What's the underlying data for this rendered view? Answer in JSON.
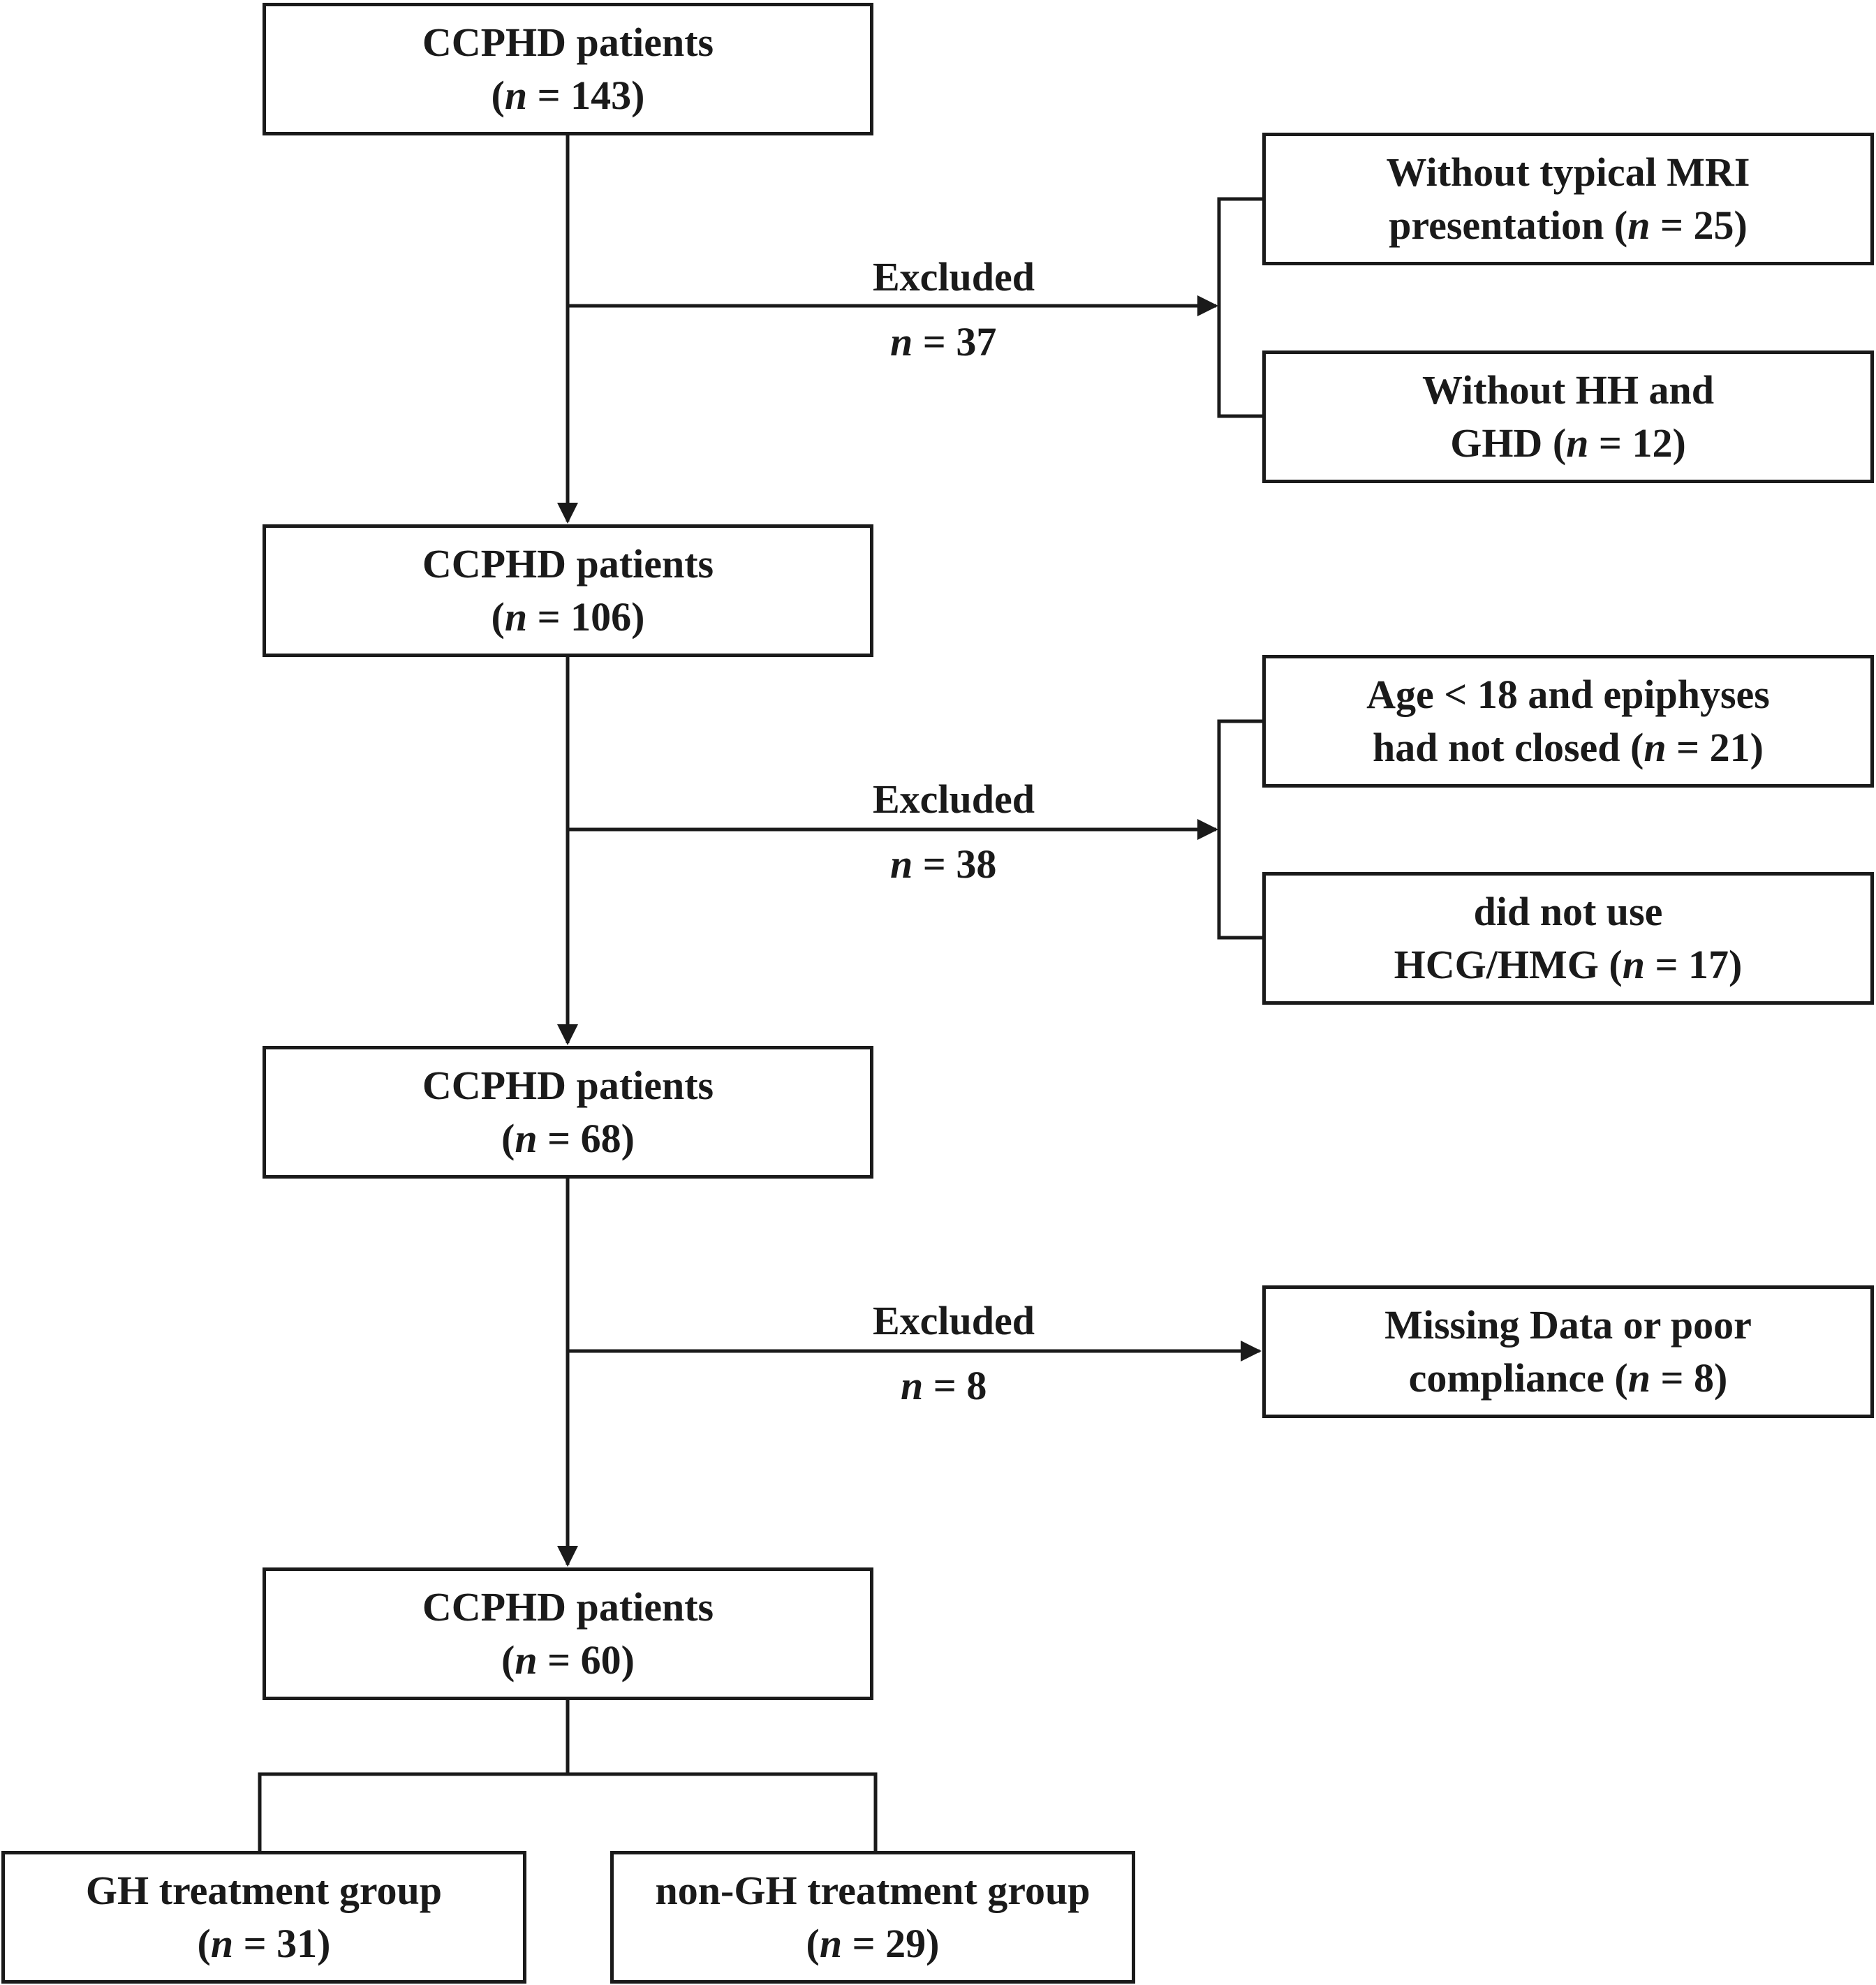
{
  "flow": {
    "steps": [
      {
        "title": "CCPHD patients",
        "count": "(n = 143)"
      },
      {
        "title": "CCPHD patients",
        "count": "(n = 106)"
      },
      {
        "title": "CCPHD patients",
        "count": "(n = 68)"
      },
      {
        "title": "CCPHD patients",
        "count": "(n = 60)"
      }
    ],
    "exclusions": [
      {
        "label": "Excluded",
        "count": "n = 37",
        "reasons": [
          {
            "line1": "Without typical MRI",
            "line2": "presentation  (n = 25)"
          },
          {
            "line1": "Without HH and",
            "line2": "GHD  (n = 12)"
          }
        ]
      },
      {
        "label": "Excluded",
        "count": "n = 38",
        "reasons": [
          {
            "line1": "Age < 18 and epiphyses",
            "line2": "had not closed (n = 21)"
          },
          {
            "line1": "did not use",
            "line2": "HCG/HMG (n = 17)"
          }
        ]
      },
      {
        "label": "Excluded",
        "count": "n = 8",
        "reasons": [
          {
            "line1": "Missing Data or poor",
            "line2": "compliance (n = 8)"
          }
        ]
      }
    ],
    "groups": [
      {
        "title": "GH treatment group",
        "count": "(n = 31)"
      },
      {
        "title": "non-GH treatment group",
        "count": "(n = 29)"
      }
    ]
  },
  "colors": {
    "line": "#1a1a1a",
    "background": "#ffffff"
  }
}
